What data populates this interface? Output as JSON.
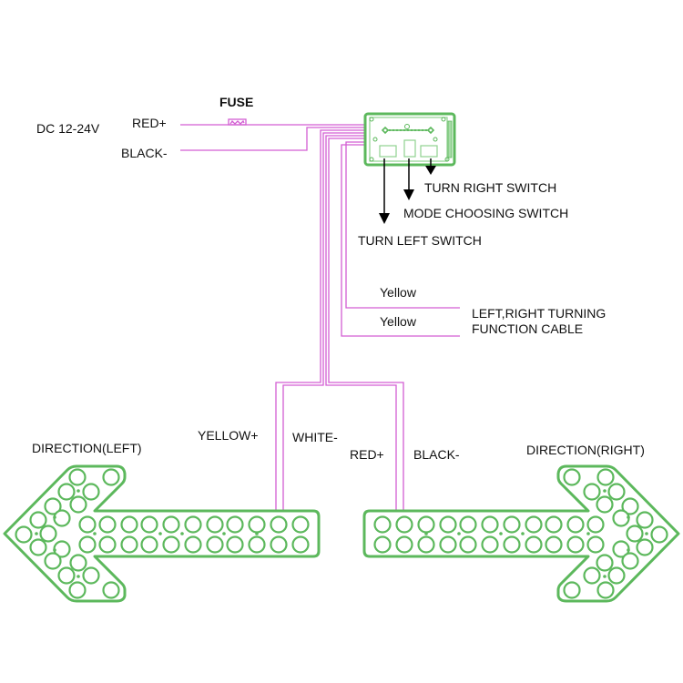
{
  "colors": {
    "wire": "#d35ed3",
    "board": "#5cb85c",
    "board_fill": "#8fd18f",
    "text": "#111111"
  },
  "power": {
    "source_label": "DC 12-24V",
    "positive_label": "RED+",
    "negative_label": "BLACK-",
    "fuse_label": "FUSE"
  },
  "controller": {
    "switches": [
      {
        "label": "TURN RIGHT SWITCH"
      },
      {
        "label": "MODE CHOOSING SWITCH"
      },
      {
        "label": "TURN LEFT SWITCH"
      }
    ]
  },
  "function_cable": {
    "wire1_label": "Yellow",
    "wire2_label": "Yellow",
    "title_line1": "LEFT,RIGHT TURNING",
    "title_line2": "FUNCTION CABLE"
  },
  "arrow_left": {
    "title": "DIRECTION(LEFT)",
    "wire_pos_label": "YELLOW+",
    "wire_neg_label": "WHITE-"
  },
  "arrow_right": {
    "title": "DIRECTION(RIGHT)",
    "wire_pos_label": "RED+",
    "wire_neg_label": "BLACK-"
  }
}
